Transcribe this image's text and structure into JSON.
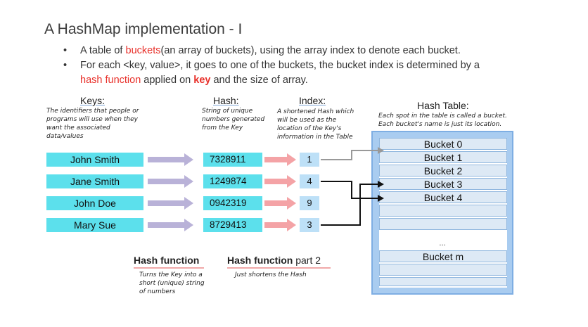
{
  "title": "A HashMap implementation - I",
  "bullets": {
    "b1_pre": "A table of ",
    "b1_red": "buckets",
    "b1_post": "(an array of buckets), using the array index to denote each bucket.",
    "b2_pre": "For each <key, value>, it goes to one of the buckets, the bucket index is determined by a",
    "b2_red": "hash function",
    "b2_mid": " applied on ",
    "b2_bold": "key",
    "b2_post": " and the size of array."
  },
  "columns": {
    "keys": {
      "header": "Keys:",
      "note": "The identifiers that people or programs will use when they want the associated data/values"
    },
    "hash": {
      "header": "Hash:",
      "note": "String of unique numbers generated from the Key"
    },
    "index": {
      "header": "Index:",
      "note": "A shortened Hash which will be used as the location of the Key's information in the Table"
    },
    "table": {
      "header": "Hash Table:",
      "note": "Each spot in the table is called a bucket. Each bucket's name is just its location."
    }
  },
  "rows": [
    {
      "key": "John Smith",
      "hash": "7328911",
      "index": "1"
    },
    {
      "key": "Jane Smith",
      "hash": "1249874",
      "index": "4"
    },
    {
      "key": "John Doe",
      "hash": "0942319",
      "index": "9"
    },
    {
      "key": "Mary Sue",
      "hash": "8729413",
      "index": "3"
    }
  ],
  "buckets": [
    "Bucket 0",
    "Bucket 1",
    "Bucket 2",
    "Bucket 3",
    "Bucket 4"
  ],
  "ellipsis": "...",
  "bucket_m": "Bucket m",
  "hash_function": {
    "label": "Hash function",
    "note": "Turns the Key into a short (unique) string of numbers"
  },
  "hash_function_2": {
    "label_bold": "Hash function",
    "label_part": " part 2",
    "note": "Just shortens the Hash"
  },
  "colors": {
    "key_fill": "#5ce0ec",
    "index_fill": "#bde0f7",
    "table_frame": "#a9ccf0",
    "arrow_purple": "#b9b2d8",
    "arrow_pink": "#f4a3a6",
    "red": "#e8302a"
  }
}
